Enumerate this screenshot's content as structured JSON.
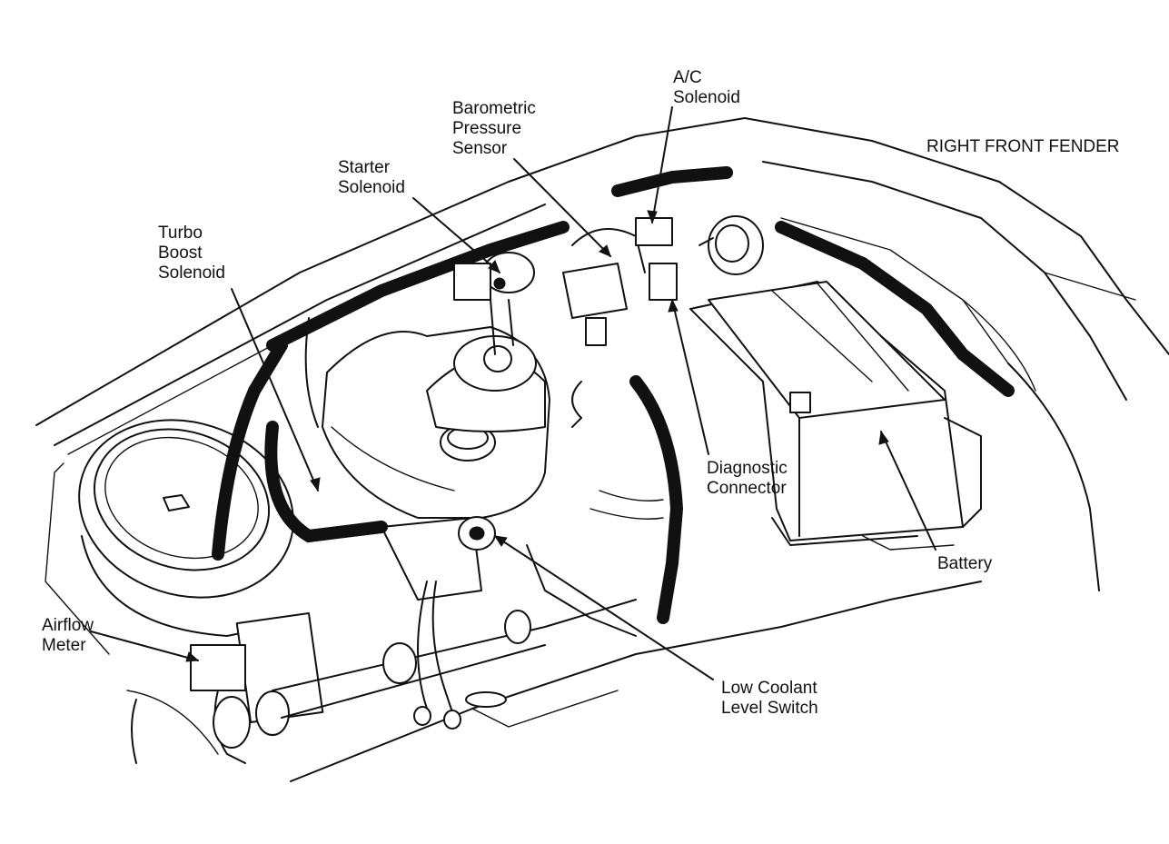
{
  "labels": {
    "ac_solenoid": "A/C\nSolenoid",
    "barometric_pressure_sensor": "Barometric\nPressure\nSensor",
    "right_front_fender": "RIGHT FRONT FENDER",
    "starter_solenoid": "Starter\nSolenoid",
    "turbo_boost_solenoid": "Turbo\nBoost\nSolenoid",
    "diagnostic_connector": "Diagnostic\nConnector",
    "battery": "Battery",
    "airflow_meter": "Airflow\nMeter",
    "low_coolant_level_switch": "Low Coolant\nLevel Switch"
  }
}
